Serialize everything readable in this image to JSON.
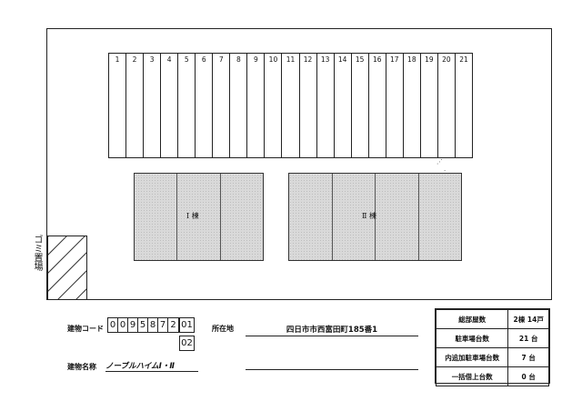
{
  "parking": {
    "stalls": [
      "1",
      "2",
      "3",
      "4",
      "5",
      "6",
      "7",
      "8",
      "9",
      "10",
      "11",
      "12",
      "13",
      "14",
      "15",
      "16",
      "17",
      "18",
      "19",
      "20",
      "21"
    ]
  },
  "buildings": {
    "one": {
      "label": "Ⅰ 棟"
    },
    "two": {
      "label": "Ⅱ 棟"
    }
  },
  "garbage": {
    "label": "ゴミ置場"
  },
  "form": {
    "code_label": "建物コード",
    "code_digits": [
      "0",
      "0",
      "9",
      "5",
      "8",
      "7",
      "2"
    ],
    "sub_numbers": [
      "01",
      "02"
    ],
    "name_label": "建物名称",
    "name_value": "ノーブルハイムⅠ・Ⅱ",
    "address_label": "所在地",
    "address_value": "四日市市西富田町185番1"
  },
  "summary": {
    "rows": [
      {
        "label": "総部屋数",
        "value": "2棟 14戸"
      },
      {
        "label": "駐車場台数",
        "value": "21 台"
      },
      {
        "label": "内追加駐車場台数",
        "value": "7 台"
      },
      {
        "label": "一括借上台数",
        "value": "0 台"
      }
    ]
  }
}
